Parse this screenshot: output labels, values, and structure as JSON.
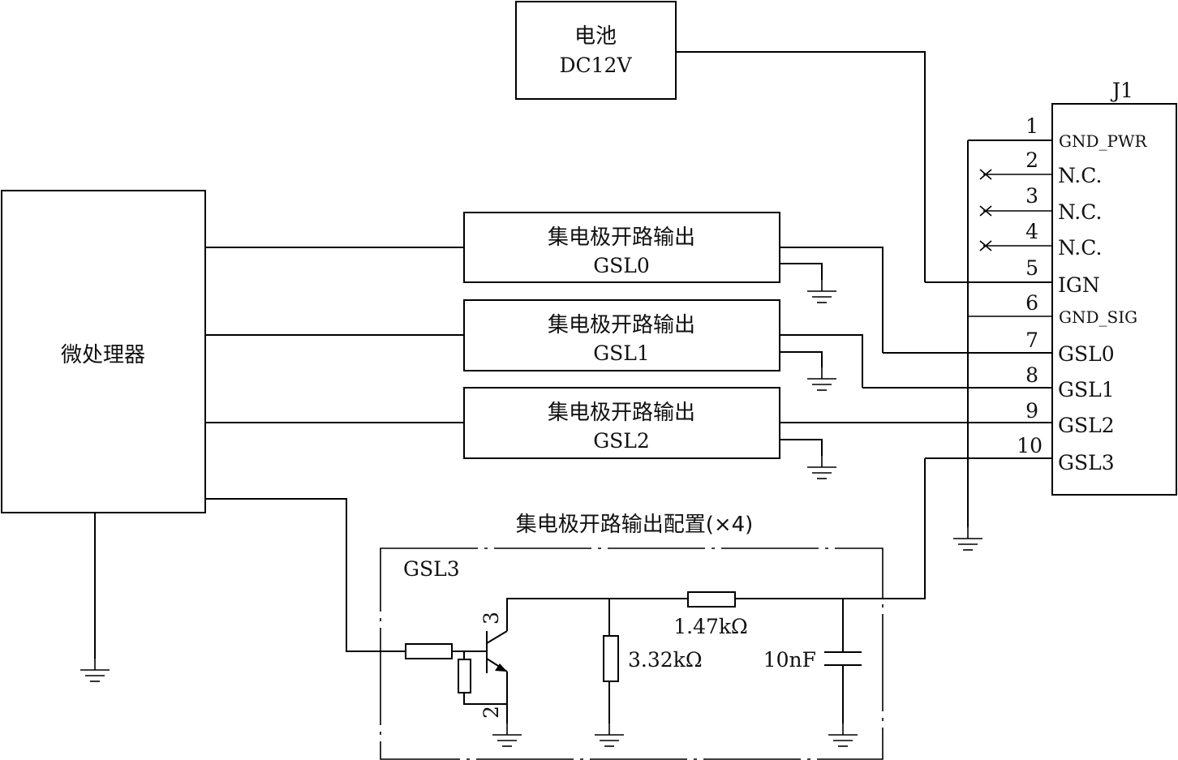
{
  "battery": {
    "line1": "电池",
    "line2": "DC12V"
  },
  "mcu": {
    "label": "微处理器"
  },
  "connector": {
    "ref": "J1",
    "pins": [
      {
        "num": "1",
        "label": "GND_PWR"
      },
      {
        "num": "2",
        "label": "N.C."
      },
      {
        "num": "3",
        "label": "N.C."
      },
      {
        "num": "4",
        "label": "N.C."
      },
      {
        "num": "5",
        "label": "IGN"
      },
      {
        "num": "6",
        "label": "GND_SIG"
      },
      {
        "num": "7",
        "label": "GSL0"
      },
      {
        "num": "8",
        "label": "GSL1"
      },
      {
        "num": "9",
        "label": "GSL2"
      },
      {
        "num": "10",
        "label": "GSL3"
      }
    ]
  },
  "oc_blocks": [
    {
      "title": "集电极开路输出",
      "name": "GSL0"
    },
    {
      "title": "集电极开路输出",
      "name": "GSL1"
    },
    {
      "title": "集电极开路输出",
      "name": "GSL2"
    }
  ],
  "config": {
    "title": "集电极开路输出配置(×4)",
    "name": "GSL3",
    "r_series": "1.47kΩ",
    "r_shunt": "3.32kΩ",
    "cap": "10nF",
    "pin_collector": "3",
    "pin_emitter": "2"
  }
}
